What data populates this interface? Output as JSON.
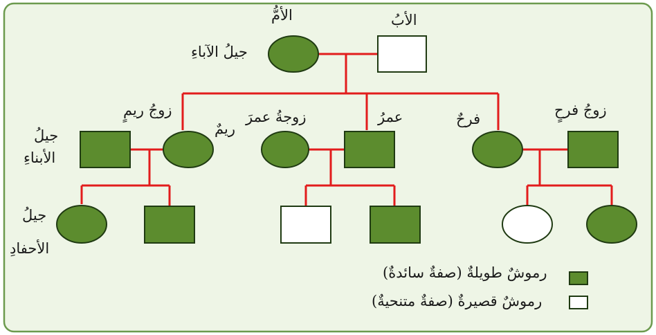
{
  "colors": {
    "background": "#eef5e6",
    "frame": "#6c9a4e",
    "dominant_fill": "#5c8c2e",
    "recessive_fill": "#ffffff",
    "shape_stroke": "#1f3a12",
    "line": "#e21c1c"
  },
  "labels": {
    "mother": "الأمُّ",
    "father": "الأبُ",
    "parents_generation": "جيلُ الآباءِ",
    "reem_husband": "زوجُ ريمٍ",
    "reem": "ريمٌ",
    "omar_wife": "زوجةُ عمرَ",
    "omar": "عمرُ",
    "farah": "فرحٌ",
    "farah_husband": "زوجُ فرحٍ",
    "children_generation_1": "جيلُ",
    "children_generation_2": "الأبناءِ",
    "grandchildren_generation_1": "جيلُ",
    "grandchildren_generation_2": "الأحفادِ"
  },
  "legend": {
    "dominant": "رموشٌ طويلةٌ (صفةٌ سائدةٌ)",
    "recessive": "رموشٌ قصيرةٌ (صفةٌ متنحيةٌ)"
  }
}
